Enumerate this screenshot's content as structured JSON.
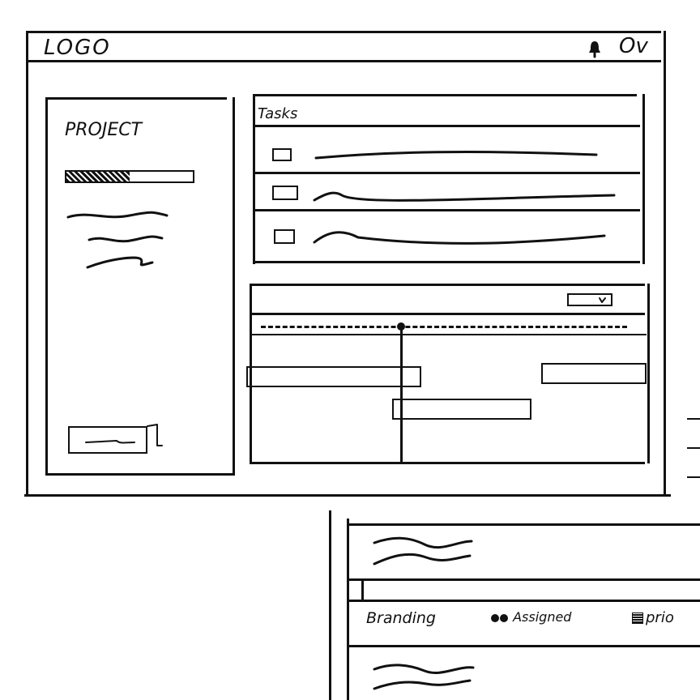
{
  "header": {
    "logo": "LOGO",
    "user": "Ov"
  },
  "sidebar": {
    "title": "PROJECT",
    "progress": 0.5
  },
  "tasks": {
    "title": "Tasks"
  },
  "card": {
    "label": "Branding",
    "assigned": "Assigned",
    "priority": "prio"
  },
  "icons": {
    "bell": "bell-icon",
    "checkbox": "checkbox-icon",
    "avatar_group": "avatar-group-icon",
    "priority": "priority-flag-icon"
  }
}
